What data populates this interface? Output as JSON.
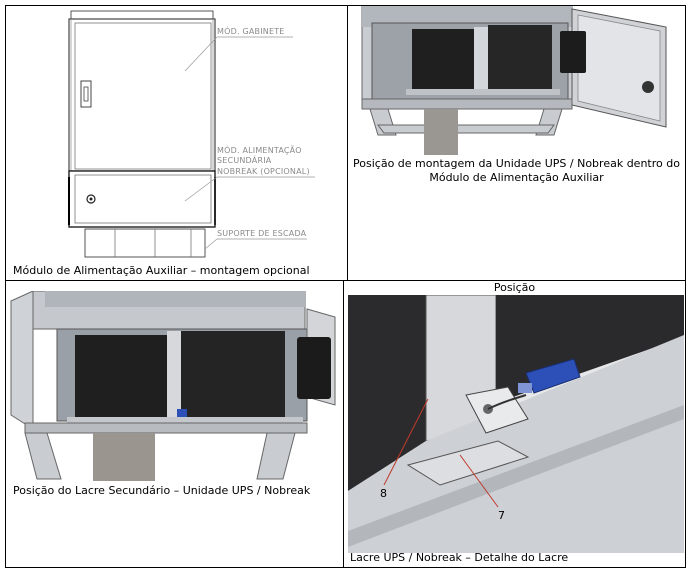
{
  "panels": {
    "top_left": {
      "caption": "Módulo de Alimentação Auxiliar – montagem opcional",
      "labels": {
        "gabinete": "MÓD. GABINETE",
        "alimentacao_1": "MÓD. ALIMENTAÇÃO",
        "alimentacao_2": "SECUNDÁRIA",
        "alimentacao_3": "NOBREAK (OPCIONAL)",
        "escada": "SUPORTE DE ESCADA"
      }
    },
    "top_right": {
      "caption_line1": "Posição de montagem da Unidade UPS / Nobreak dentro do",
      "caption_line2": "Módulo de Alimentação Auxiliar"
    },
    "bottom_left": {
      "caption": "Posição do Lacre Secundário – Unidade UPS / Nobreak"
    },
    "bottom_right": {
      "header": "Posição",
      "caption": "Lacre UPS / Nobreak – Detalhe do Lacre",
      "callouts": {
        "a": "8",
        "b": "7"
      }
    }
  },
  "colors": {
    "border": "#000000",
    "metal_light": "#dcdde0",
    "metal_mid": "#b9bcc2",
    "metal_dark": "#8f939b",
    "battery": "#1f1f1f",
    "seal_blue": "#2d4fb8",
    "callout_red": "#c0392b",
    "label_gray": "#8a8a8a"
  }
}
